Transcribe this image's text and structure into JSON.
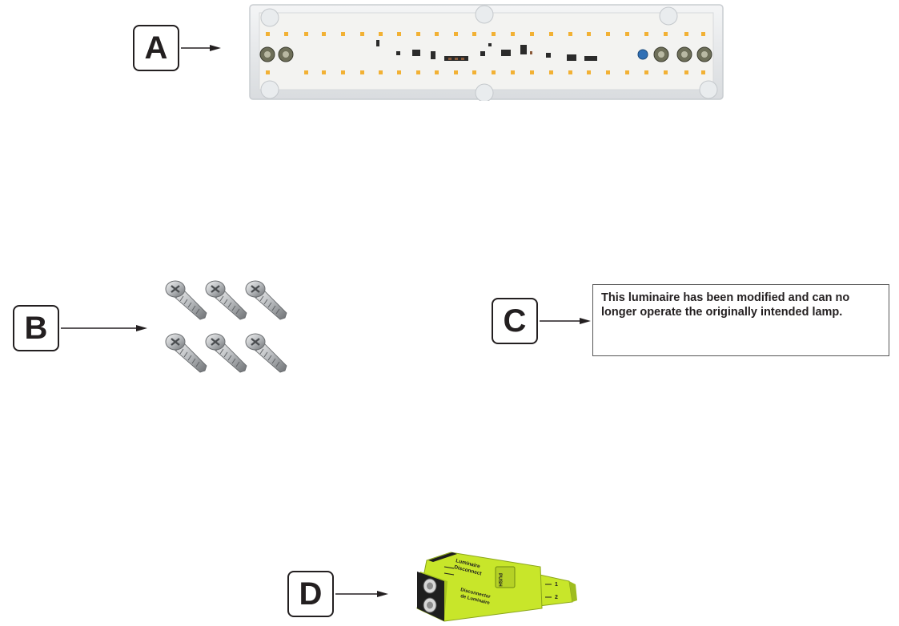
{
  "callouts": {
    "a": "A",
    "b": "B",
    "c": "C",
    "d": "D"
  },
  "label_text": "This luminaire has been modified and can no longer operate the originally intended lamp.",
  "connector_text": {
    "line1": "Luminaire",
    "line2": "Disconnect",
    "push": "PUSH",
    "line3": "Disconnector",
    "line4": "de Luminaire",
    "pins": [
      "1",
      "2"
    ]
  },
  "colors": {
    "ink": "#231f20",
    "led": "#f2b134",
    "connector": "#c8e62a"
  }
}
